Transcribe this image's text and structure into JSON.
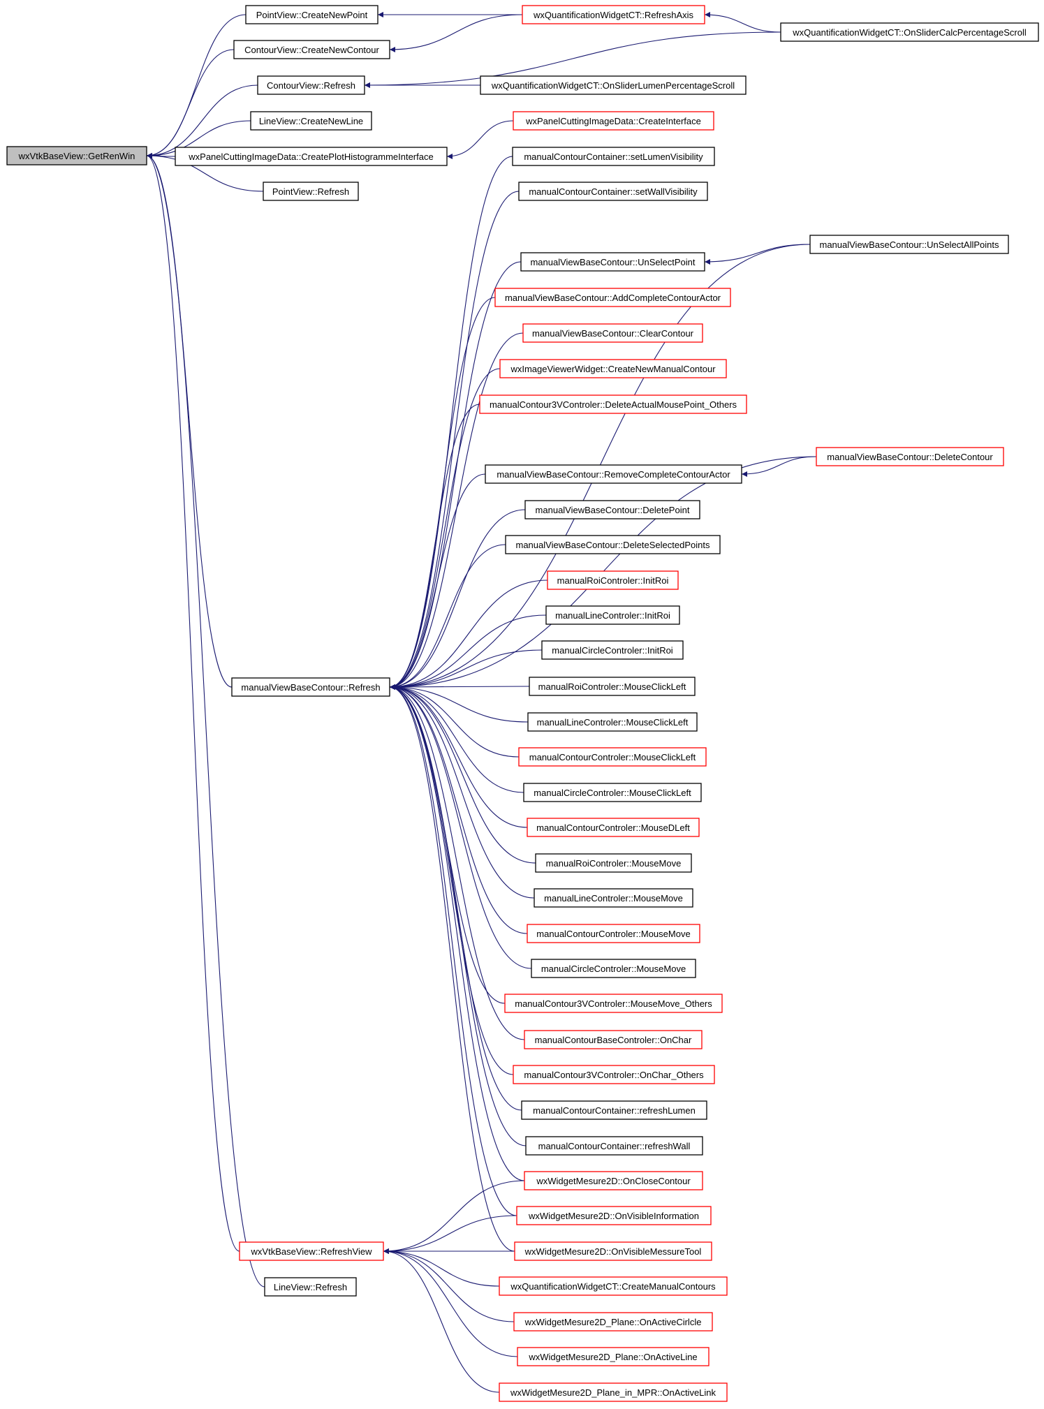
{
  "colors": {
    "edge": "#191970",
    "root_fill": "#bfbfbf",
    "border_normal": "#000000",
    "border_truncated": "#ff0000",
    "fill": "#ffffff"
  },
  "root": {
    "id": "root",
    "label": "wxVtkBaseView::GetRenWin",
    "highlighted": true
  },
  "nodes": [
    {
      "id": "pv_cnp",
      "label": "PointView::CreateNewPoint",
      "border": "black"
    },
    {
      "id": "cv_cnc",
      "label": "ContourView::CreateNewContour",
      "border": "black"
    },
    {
      "id": "cv_ref",
      "label": "ContourView::Refresh",
      "border": "black"
    },
    {
      "id": "lv_cnl",
      "label": "LineView::CreateNewLine",
      "border": "black"
    },
    {
      "id": "wxpc_cph",
      "label": "wxPanelCuttingImageData::CreatePlotHistogrammeInterface",
      "border": "black"
    },
    {
      "id": "pv_ref",
      "label": "PointView::Refresh",
      "border": "black"
    },
    {
      "id": "mvbc_ref",
      "label": "manualViewBaseContour::Refresh",
      "border": "black"
    },
    {
      "id": "wxv_rv",
      "label": "wxVtkBaseView::RefreshView",
      "border": "red"
    },
    {
      "id": "lv_ref",
      "label": "LineView::Refresh",
      "border": "black"
    },
    {
      "id": "wxq_ra",
      "label": "wxQuantificationWidgetCT::RefreshAxis",
      "border": "red"
    },
    {
      "id": "wxq_oscp",
      "label": "wxQuantificationWidgetCT::OnSliderCalcPercentageScroll",
      "border": "black"
    },
    {
      "id": "wxq_oslp",
      "label": "wxQuantificationWidgetCT::OnSliderLumenPercentageScroll",
      "border": "black"
    },
    {
      "id": "wxpc_ci",
      "label": "wxPanelCuttingImageData::CreateInterface",
      "border": "red"
    },
    {
      "id": "mcc_slv",
      "label": "manualContourContainer::setLumenVisibility",
      "border": "black"
    },
    {
      "id": "mcc_swv",
      "label": "manualContourContainer::setWallVisibility",
      "border": "black"
    },
    {
      "id": "mvbc_usap",
      "label": "manualViewBaseContour::UnSelectAllPoints",
      "border": "black"
    },
    {
      "id": "mvbc_usp",
      "label": "manualViewBaseContour::UnSelectPoint",
      "border": "black"
    },
    {
      "id": "mvbc_acca",
      "label": "manualViewBaseContour::AddCompleteContourActor",
      "border": "red"
    },
    {
      "id": "mvbc_cc",
      "label": "manualViewBaseContour::ClearContour",
      "border": "red"
    },
    {
      "id": "wxiv_cnmc",
      "label": "wxImageViewerWidget::CreateNewManualContour",
      "border": "red"
    },
    {
      "id": "mc3v_damp",
      "label": "manualContour3VControler::DeleteActualMousePoint_Others",
      "border": "red"
    },
    {
      "id": "mvbc_dc",
      "label": "manualViewBaseContour::DeleteContour",
      "border": "red"
    },
    {
      "id": "mvbc_rcca",
      "label": "manualViewBaseContour::RemoveCompleteContourActor",
      "border": "black"
    },
    {
      "id": "mvbc_dp",
      "label": "manualViewBaseContour::DeletePoint",
      "border": "black"
    },
    {
      "id": "mvbc_dsp",
      "label": "manualViewBaseContour::DeleteSelectedPoints",
      "border": "black"
    },
    {
      "id": "mrc_ir",
      "label": "manualRoiControler::InitRoi",
      "border": "red"
    },
    {
      "id": "mlc_ir",
      "label": "manualLineControler::InitRoi",
      "border": "black"
    },
    {
      "id": "mcic_ir",
      "label": "manualCircleControler::InitRoi",
      "border": "black"
    },
    {
      "id": "mrc_mcl",
      "label": "manualRoiControler::MouseClickLeft",
      "border": "black"
    },
    {
      "id": "mlc_mcl",
      "label": "manualLineControler::MouseClickLeft",
      "border": "black"
    },
    {
      "id": "mcoc_mcl",
      "label": "manualContourControler::MouseClickLeft",
      "border": "red"
    },
    {
      "id": "mcic_mcl",
      "label": "manualCircleControler::MouseClickLeft",
      "border": "black"
    },
    {
      "id": "mcoc_mdl",
      "label": "manualContourControler::MouseDLeft",
      "border": "red"
    },
    {
      "id": "mrc_mm",
      "label": "manualRoiControler::MouseMove",
      "border": "black"
    },
    {
      "id": "mlc_mm",
      "label": "manualLineControler::MouseMove",
      "border": "black"
    },
    {
      "id": "mcoc_mm",
      "label": "manualContourControler::MouseMove",
      "border": "red"
    },
    {
      "id": "mcic_mm",
      "label": "manualCircleControler::MouseMove",
      "border": "black"
    },
    {
      "id": "mc3v_mmo",
      "label": "manualContour3VControler::MouseMove_Others",
      "border": "red"
    },
    {
      "id": "mcbc_oc",
      "label": "manualContourBaseControler::OnChar",
      "border": "red"
    },
    {
      "id": "mc3v_oco",
      "label": "manualContour3VControler::OnChar_Others",
      "border": "red"
    },
    {
      "id": "mcc_rl",
      "label": "manualContourContainer::refreshLumen",
      "border": "black"
    },
    {
      "id": "mcc_rw",
      "label": "manualContourContainer::refreshWall",
      "border": "black"
    },
    {
      "id": "wxm_occ",
      "label": "wxWidgetMesure2D::OnCloseContour",
      "border": "red"
    },
    {
      "id": "wxm_ovi",
      "label": "wxWidgetMesure2D::OnVisibleInformation",
      "border": "red"
    },
    {
      "id": "wxm_ovmt",
      "label": "wxWidgetMesure2D::OnVisibleMessureTool",
      "border": "red"
    },
    {
      "id": "wxq_cmc",
      "label": "wxQuantificationWidgetCT::CreateManualContours",
      "border": "red"
    },
    {
      "id": "wxmp_oac",
      "label": "wxWidgetMesure2D_Plane::OnActiveCirlcle",
      "border": "red"
    },
    {
      "id": "wxmp_oal",
      "label": "wxWidgetMesure2D_Plane::OnActiveLine",
      "border": "red"
    },
    {
      "id": "wxmpm_oal",
      "label": "wxWidgetMesure2D_Plane_in_MPR::OnActiveLink",
      "border": "red"
    }
  ],
  "edges": [
    [
      "pv_cnp",
      "root"
    ],
    [
      "cv_cnc",
      "root"
    ],
    [
      "cv_ref",
      "root"
    ],
    [
      "lv_cnl",
      "root"
    ],
    [
      "wxpc_cph",
      "root"
    ],
    [
      "pv_ref",
      "root"
    ],
    [
      "mvbc_ref",
      "root"
    ],
    [
      "wxv_rv",
      "root"
    ],
    [
      "lv_ref",
      "root"
    ],
    [
      "wxq_ra",
      "pv_cnp"
    ],
    [
      "wxq_ra",
      "cv_cnc"
    ],
    [
      "wxq_oscp",
      "wxq_ra"
    ],
    [
      "wxq_oscp",
      "cv_ref"
    ],
    [
      "wxq_oslp",
      "cv_ref"
    ],
    [
      "wxpc_ci",
      "wxpc_cph"
    ],
    [
      "mcc_slv",
      "mvbc_ref"
    ],
    [
      "mcc_swv",
      "mvbc_ref"
    ],
    [
      "mvbc_usap",
      "mvbc_ref"
    ],
    [
      "mvbc_usp",
      "mvbc_ref"
    ],
    [
      "mvbc_usap",
      "mvbc_usp"
    ],
    [
      "mvbc_acca",
      "mvbc_ref"
    ],
    [
      "mvbc_cc",
      "mvbc_ref"
    ],
    [
      "wxiv_cnmc",
      "mvbc_ref"
    ],
    [
      "mc3v_damp",
      "mvbc_ref"
    ],
    [
      "mvbc_dc",
      "mvbc_ref"
    ],
    [
      "mvbc_rcca",
      "mvbc_ref"
    ],
    [
      "mvbc_dc",
      "mvbc_rcca"
    ],
    [
      "mvbc_dp",
      "mvbc_ref"
    ],
    [
      "mvbc_dsp",
      "mvbc_ref"
    ],
    [
      "mrc_ir",
      "mvbc_ref"
    ],
    [
      "mlc_ir",
      "mvbc_ref"
    ],
    [
      "mcic_ir",
      "mvbc_ref"
    ],
    [
      "mrc_mcl",
      "mvbc_ref"
    ],
    [
      "mlc_mcl",
      "mvbc_ref"
    ],
    [
      "mcoc_mcl",
      "mvbc_ref"
    ],
    [
      "mcic_mcl",
      "mvbc_ref"
    ],
    [
      "mcoc_mdl",
      "mvbc_ref"
    ],
    [
      "mrc_mm",
      "mvbc_ref"
    ],
    [
      "mlc_mm",
      "mvbc_ref"
    ],
    [
      "mcoc_mm",
      "mvbc_ref"
    ],
    [
      "mcic_mm",
      "mvbc_ref"
    ],
    [
      "mc3v_mmo",
      "mvbc_ref"
    ],
    [
      "mcbc_oc",
      "mvbc_ref"
    ],
    [
      "mc3v_oco",
      "mvbc_ref"
    ],
    [
      "mcc_rl",
      "mvbc_ref"
    ],
    [
      "mcc_rw",
      "mvbc_ref"
    ],
    [
      "wxm_occ",
      "mvbc_ref"
    ],
    [
      "wxm_ovi",
      "mvbc_ref"
    ],
    [
      "wxm_ovmt",
      "mvbc_ref"
    ],
    [
      "wxm_occ",
      "wxv_rv"
    ],
    [
      "wxm_ovi",
      "wxv_rv"
    ],
    [
      "wxm_ovmt",
      "wxv_rv"
    ],
    [
      "wxq_cmc",
      "wxv_rv"
    ],
    [
      "wxmp_oac",
      "wxv_rv"
    ],
    [
      "wxmp_oal",
      "wxv_rv"
    ],
    [
      "wxmpm_oal",
      "wxv_rv"
    ]
  ]
}
